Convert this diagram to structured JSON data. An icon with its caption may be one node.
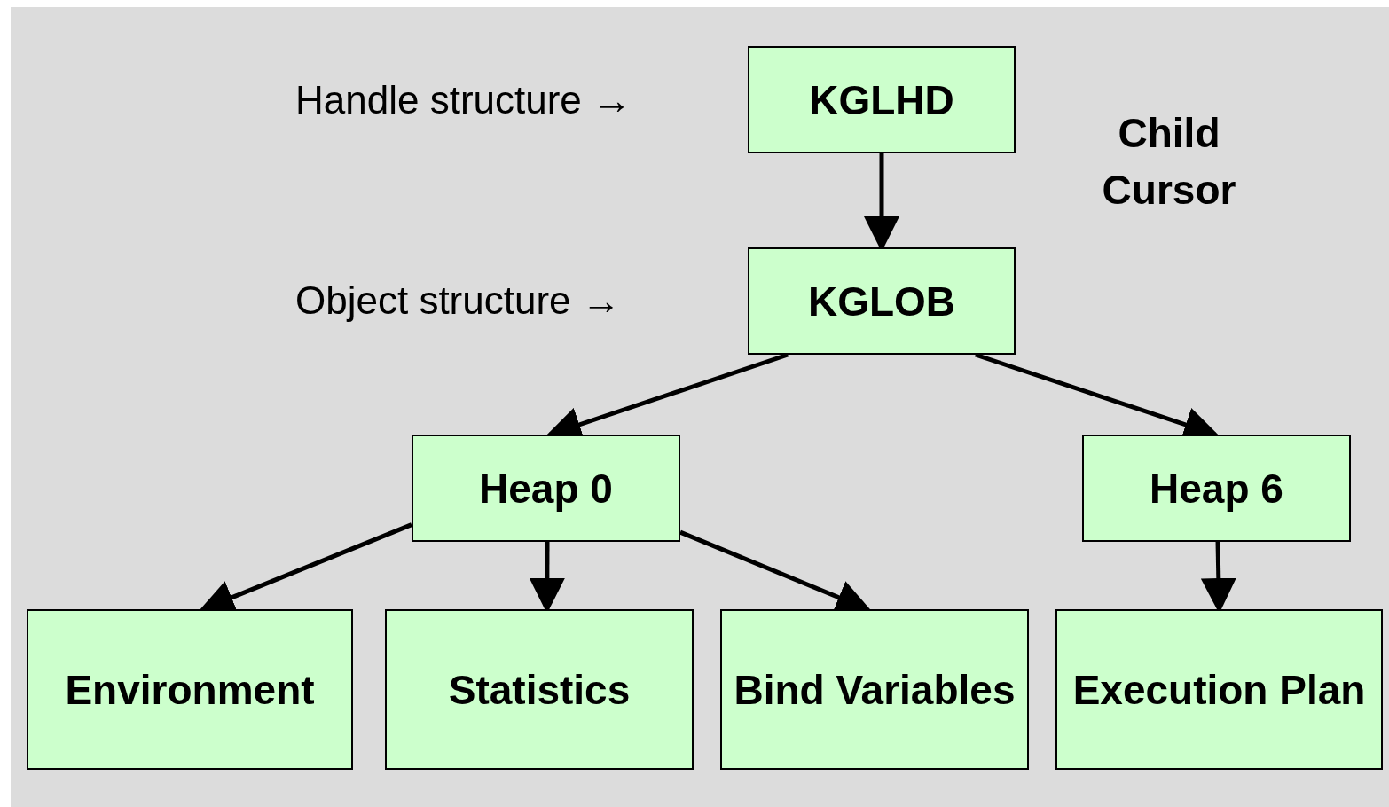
{
  "diagram": {
    "nodes": [
      {
        "text": [
          "KGLHD"
        ]
      },
      {
        "text": [
          "KGLOB"
        ]
      },
      {
        "text": [
          "Heap 0"
        ]
      },
      {
        "text": [
          "Heap 6"
        ]
      },
      {
        "text": [
          "Environment"
        ]
      },
      {
        "text": [
          "Statistics"
        ]
      },
      {
        "text": [
          "Bind Variables"
        ]
      },
      {
        "text": [
          "Execution Plan"
        ]
      }
    ],
    "edges": [
      {
        "from": 0,
        "to": 1,
        "arrow": "to"
      },
      {
        "from": 1,
        "to": 2,
        "arrow": "to"
      },
      {
        "from": 1,
        "to": 3,
        "arrow": "to"
      },
      {
        "from": 2,
        "to": 4,
        "arrow": "to"
      },
      {
        "from": 2,
        "to": 5,
        "arrow": "to"
      },
      {
        "from": 2,
        "to": 6,
        "arrow": "to"
      },
      {
        "from": 3,
        "to": 7,
        "arrow": "to"
      }
    ],
    "labels": [
      "Handle structure →",
      "Object structure →",
      "Child Cursor"
    ]
  }
}
